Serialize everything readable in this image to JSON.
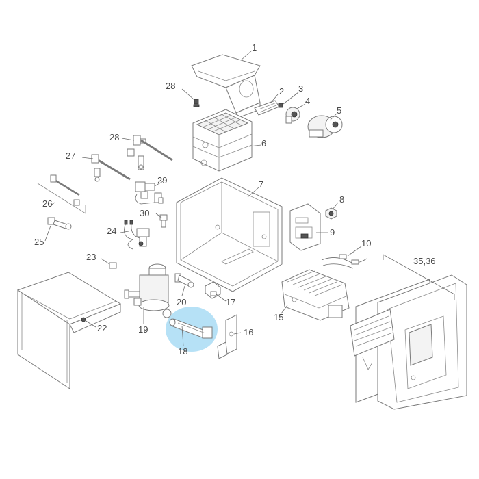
{
  "highlight_color": "#a9dcf5",
  "highlighted_part": "18",
  "labels": {
    "p1": "1",
    "p2": "2",
    "p3": "3",
    "p4": "4",
    "p5": "5",
    "p6": "6",
    "p7": "7",
    "p8": "8",
    "p9": "9",
    "p10": "10",
    "p15": "15",
    "p16": "16",
    "p17": "17",
    "p18": "18",
    "p19": "19",
    "p20": "20",
    "p22": "22",
    "p23": "23",
    "p24": "24",
    "p25": "25",
    "p26": "26",
    "p27": "27",
    "p28a": "28",
    "p28b": "28",
    "p29": "29",
    "p30": "30",
    "p3536": "35,36"
  }
}
